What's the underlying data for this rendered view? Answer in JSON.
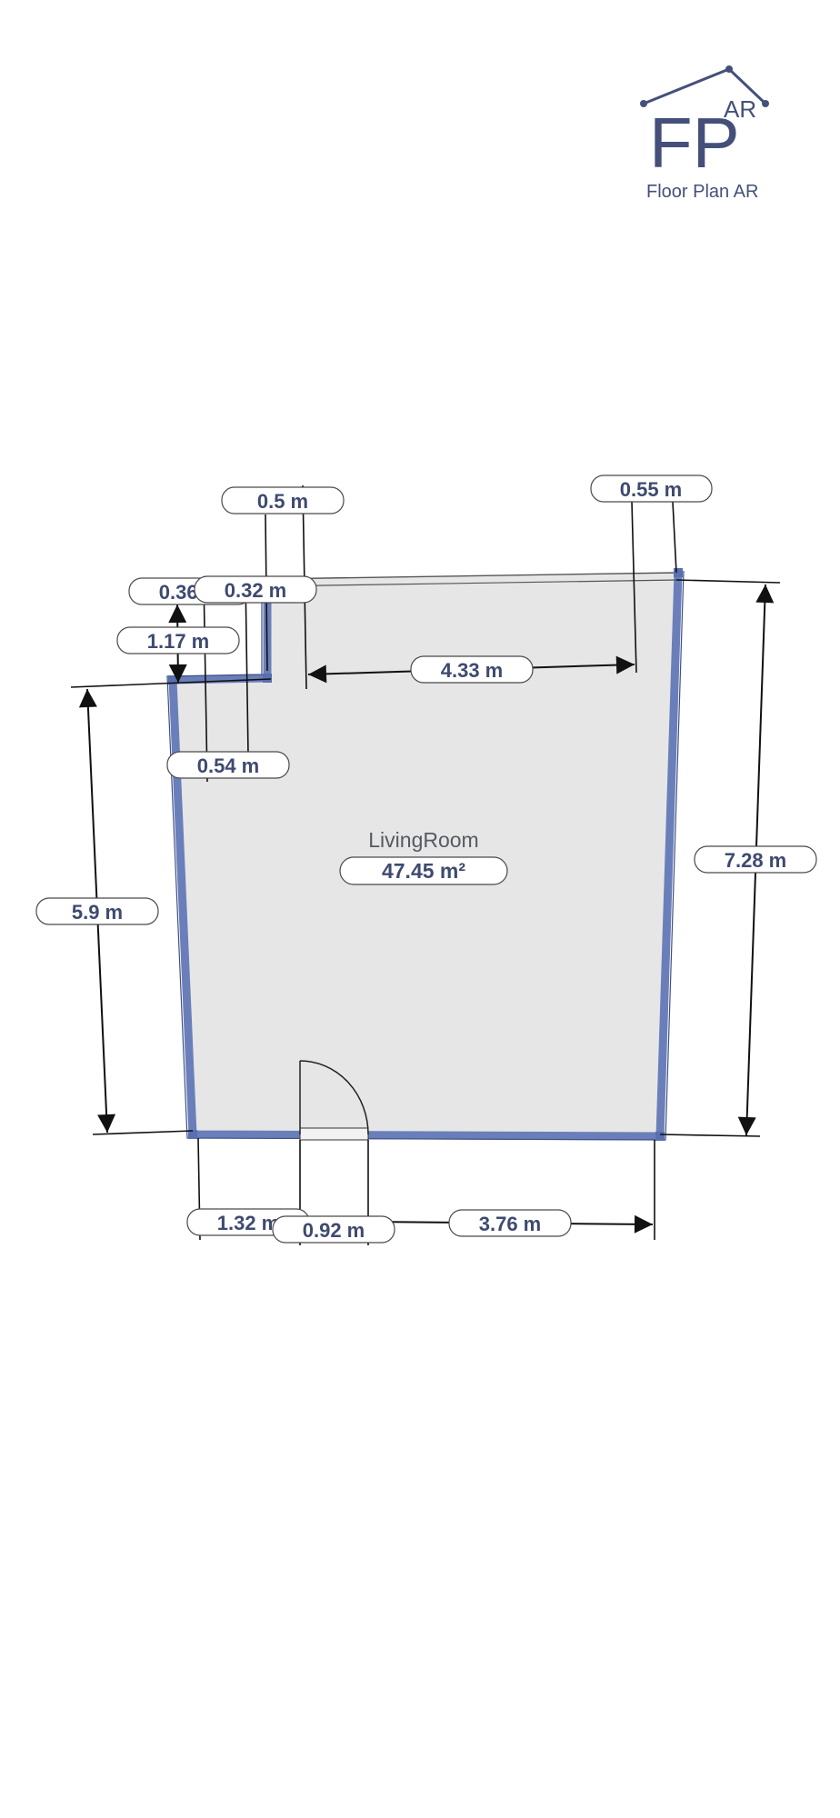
{
  "logo": {
    "letters": "FP",
    "superscript": "AR",
    "tagline": "Floor Plan AR",
    "color": "#44507a"
  },
  "room": {
    "name": "LivingRoom",
    "area": "47.45 m²",
    "floor_color": "#e6e6e6",
    "wall_color": "#6a7fba"
  },
  "dimensions": [
    {
      "id": "top-0-5",
      "label": "0.5 m"
    },
    {
      "id": "top-0-55",
      "label": "0.55 m"
    },
    {
      "id": "top-0-36",
      "label": "0.36 m"
    },
    {
      "id": "top-0-32",
      "label": "0.32 m"
    },
    {
      "id": "left-1-17",
      "label": "1.17 m"
    },
    {
      "id": "top-4-33",
      "label": "4.33 m"
    },
    {
      "id": "inner-0-54",
      "label": "0.54 m"
    },
    {
      "id": "left-5-9",
      "label": "5.9 m"
    },
    {
      "id": "right-7-28",
      "label": "7.28 m"
    },
    {
      "id": "bottom-1-32",
      "label": "1.32 m"
    },
    {
      "id": "bottom-0-92",
      "label": "0.92 m"
    },
    {
      "id": "bottom-3-76",
      "label": "3.76 m"
    }
  ]
}
